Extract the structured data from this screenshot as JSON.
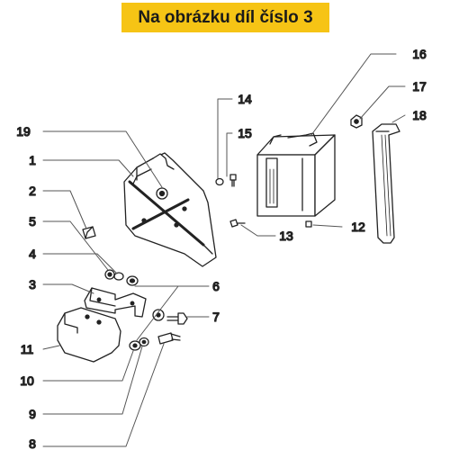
{
  "banner": {
    "text": "Na obrázku díl číslo 3",
    "background": "#f6c415"
  },
  "callouts": [
    "1",
    "2",
    "3",
    "4",
    "5",
    "6",
    "7",
    "8",
    "9",
    "10",
    "11",
    "12",
    "13",
    "14",
    "15",
    "16",
    "17",
    "18",
    "19"
  ],
  "colors": {
    "line": "#222222",
    "leader": "#555555",
    "part_fill": "#ffffff"
  }
}
